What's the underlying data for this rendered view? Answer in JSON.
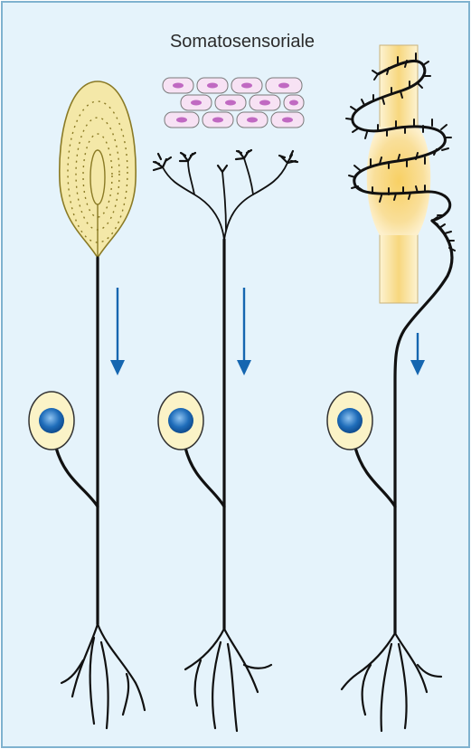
{
  "figure": {
    "title": "Somatosensoriale"
  },
  "colors": {
    "background": "#e5f3fb",
    "border": "#7fb2cf",
    "axon": "#111111",
    "arrow": "#1566b0",
    "cell_body_fill": "#fbf3c7",
    "nucleus": "#1f6dba",
    "corpuscle_fill": "#f4e8a8",
    "corpuscle_lamella": "#8a7a25",
    "epithelial_fill": "#f7e2f4",
    "epithelial_nucleus": "#c069c2",
    "hair_glow": "#f7d77e"
  },
  "neurons": [
    {
      "name": "encapsulated-ending",
      "ending": "lamellated-corpuscle"
    },
    {
      "name": "free-nerve-endings",
      "ending": "branched-dendrites-under-epithelium"
    },
    {
      "name": "hair-follicle-ending",
      "ending": "wrapped-around-hair"
    }
  ]
}
